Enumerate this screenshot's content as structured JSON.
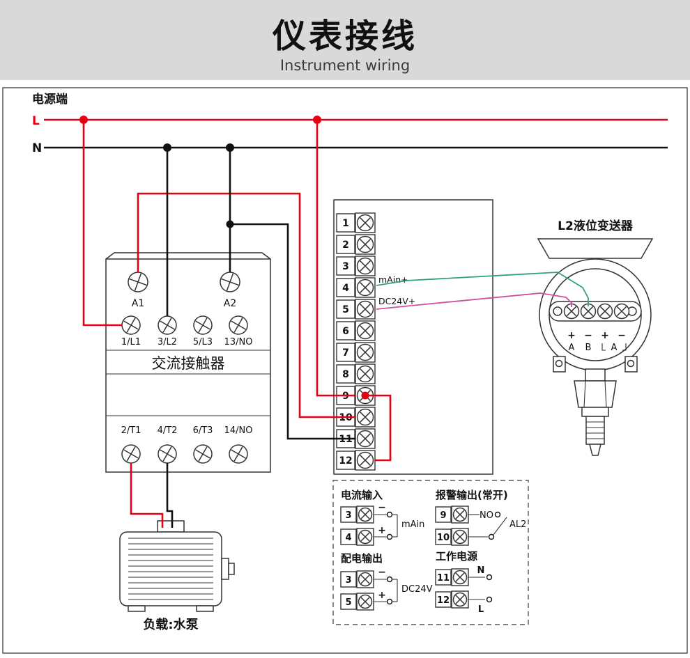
{
  "header": {
    "title": "仪表接线",
    "subtitle": "Instrument wiring"
  },
  "colors": {
    "red": "#e60012",
    "black": "#111111",
    "green": "#2fa477",
    "magenta": "#cf4f9f",
    "header_bg": "#d9d9d9"
  },
  "power": {
    "section_label": "电源端",
    "l_label": "L",
    "n_label": "N"
  },
  "contactor": {
    "name": "交流接触器",
    "coil_terminals": [
      "A1",
      "A2"
    ],
    "input_terminals": [
      "1/L1",
      "3/L2",
      "5/L3",
      "13/NO"
    ],
    "output_terminals": [
      "2/T1",
      "4/T2",
      "6/T3",
      "14/NO"
    ]
  },
  "terminal_strip": {
    "numbers": [
      "1",
      "2",
      "3",
      "4",
      "5",
      "6",
      "7",
      "8",
      "9",
      "10",
      "11",
      "12"
    ],
    "label_main": "mAin+",
    "label_dc": "DC24V+"
  },
  "transmitter": {
    "title": "L2液位变送器",
    "screw_labels": [
      "+",
      "−",
      "+",
      "−"
    ],
    "row2_labels": [
      "A",
      "B",
      "A"
    ]
  },
  "motor": {
    "caption": "负载:水泵"
  },
  "legend": {
    "current_input": {
      "title": "电流输入",
      "row1_n": "3",
      "row1_sign": "−",
      "row2_n": "4",
      "row2_sign": "+",
      "label": "mAin"
    },
    "alarm_output": {
      "title": "报警输出(常开)",
      "row1_n": "9",
      "row2_n": "10",
      "no_label": "NO",
      "al_label": "AL2"
    },
    "dc_output": {
      "title": "配电输出",
      "row1_n": "3",
      "row1_sign": "−",
      "row2_n": "5",
      "row2_sign": "+",
      "label": "DC24V"
    },
    "work_power": {
      "title": "工作电源",
      "row1_n": "11",
      "row1_sign": "N",
      "row2_n": "12",
      "row2_sign": "L"
    }
  }
}
